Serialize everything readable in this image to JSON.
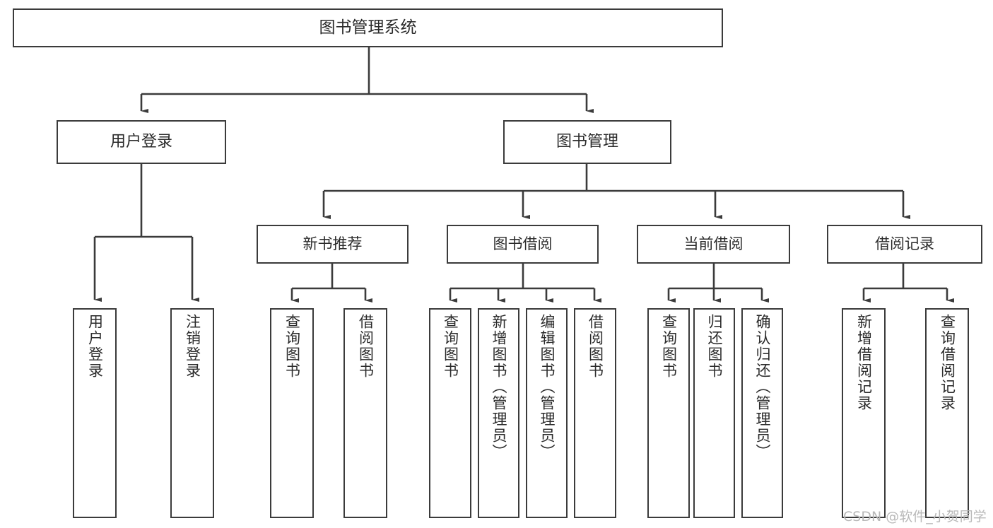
{
  "diagram": {
    "type": "tree-hierarchy",
    "title": "图书管理系统",
    "watermark": "CSDN @软件_小贺同学",
    "colors": {
      "background": "#ffffff",
      "box_border": "#3b3b3b",
      "box_fill": "#ffffff",
      "edge": "#3b3b3b",
      "text": "#2b2b2b",
      "watermark": "#b8b8b8"
    },
    "levels": {
      "root": {
        "label": "图书管理系统"
      },
      "level2": [
        {
          "label": "用户登录"
        },
        {
          "label": "图书管理"
        }
      ],
      "level3": [
        {
          "label": "新书推荐"
        },
        {
          "label": "图书借阅"
        },
        {
          "label": "当前借阅"
        },
        {
          "label": "借阅记录"
        }
      ],
      "leaves": {
        "user_login": [
          {
            "label": "用户登录"
          },
          {
            "label": "注销登录"
          }
        ],
        "new_book_recommend": [
          {
            "label": "查询图书"
          },
          {
            "label": "借阅图书"
          }
        ],
        "book_borrow": [
          {
            "label": "查询图书"
          },
          {
            "label": "新增图书（管理员）"
          },
          {
            "label": "编辑图书（管理员）"
          },
          {
            "label": "借阅图书"
          }
        ],
        "current_borrow": [
          {
            "label": "查询图书"
          },
          {
            "label": "归还图书"
          },
          {
            "label": "确认归还（管理员）"
          }
        ],
        "borrow_record": [
          {
            "label": "新增借阅记录"
          },
          {
            "label": "查询借阅记录"
          }
        ]
      }
    }
  }
}
